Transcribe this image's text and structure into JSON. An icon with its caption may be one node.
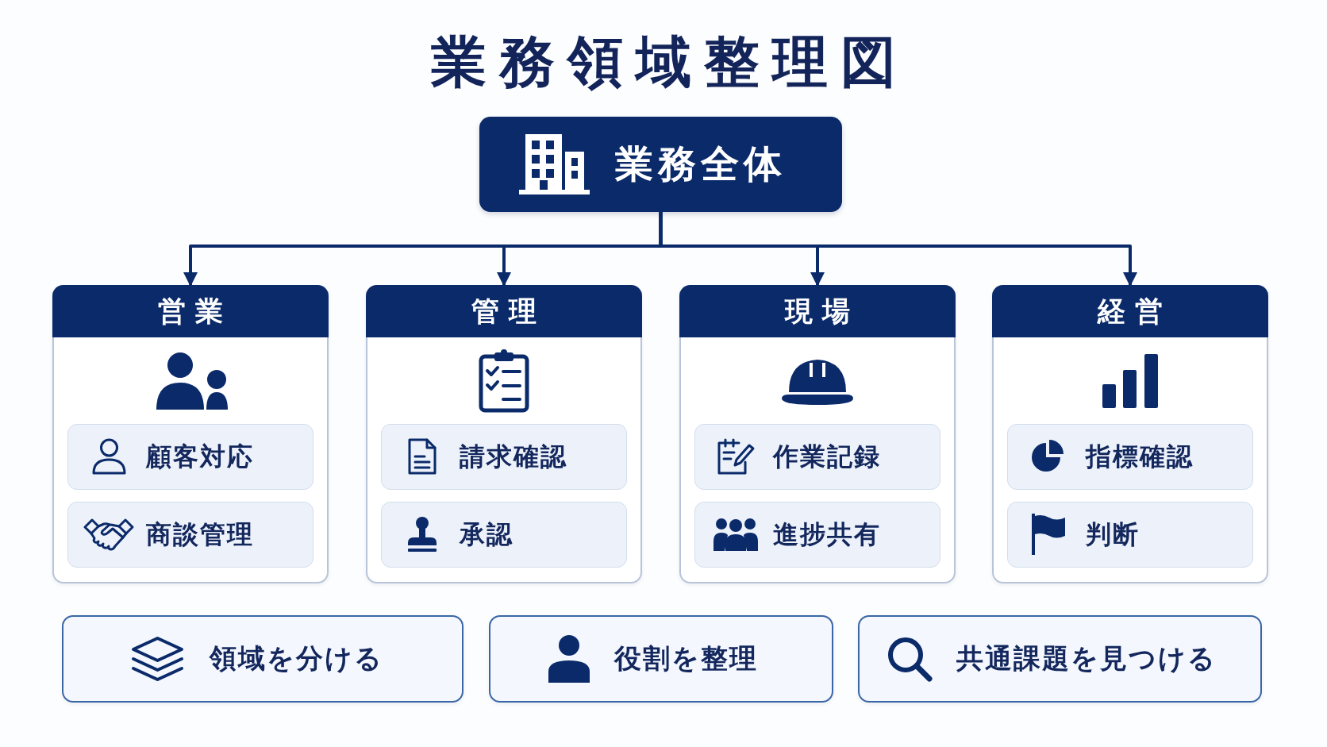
{
  "diagram": {
    "title": "業務領域整理図",
    "nodes": [
      {
        "text": [
          "業務全体"
        ]
      },
      {
        "text": [
          "営業"
        ]
      },
      {
        "text": [
          "顧客対応"
        ],
        "in": 1
      },
      {
        "text": [
          "商談管理"
        ],
        "in": 1
      },
      {
        "text": [
          "管理"
        ]
      },
      {
        "text": [
          "請求確認"
        ],
        "in": 4
      },
      {
        "text": [
          "承認"
        ],
        "in": 4
      },
      {
        "text": [
          "現場"
        ]
      },
      {
        "text": [
          "作業記録"
        ],
        "in": 7
      },
      {
        "text": [
          "進捗共有"
        ],
        "in": 7
      },
      {
        "text": [
          "経営"
        ]
      },
      {
        "text": [
          "指標確認"
        ],
        "in": 10
      },
      {
        "text": [
          "判断"
        ],
        "in": 10
      },
      {
        "text": [
          "領域を分ける"
        ]
      },
      {
        "text": [
          "役割を整理"
        ]
      },
      {
        "text": [
          "共通課題を見つける"
        ]
      }
    ],
    "edges": [
      {
        "from": 0,
        "to": 1,
        "arrow": "to"
      },
      {
        "from": 0,
        "to": 4,
        "arrow": "to"
      },
      {
        "from": 0,
        "to": 7,
        "arrow": "to"
      },
      {
        "from": 0,
        "to": 10,
        "arrow": "to"
      }
    ]
  }
}
